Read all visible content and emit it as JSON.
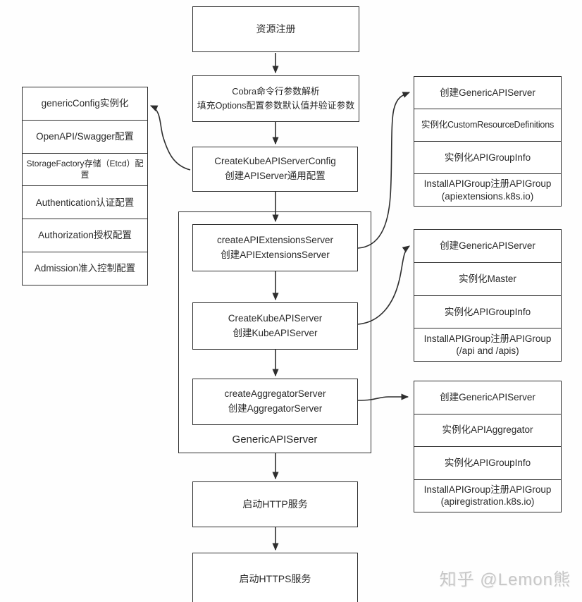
{
  "nodes": {
    "resource_registration": "资源注册",
    "cobra": "Cobra命令行参数解析\n填充Options配置参数默认值并验证参数",
    "create_kube_apiserver_config": "CreateKubeAPIServerConfig\n创建APIServer通用配置",
    "create_api_extensions_server": "createAPIExtensionsServer\n创建APIExtensionsServer",
    "create_kube_apiserver": "CreateKubeAPIServer\n创建KubeAPIServer",
    "create_aggregator_server": "createAggregatorServer\n创建AggregatorServer",
    "generic_apiserver_container": "GenericAPIServer",
    "start_http": "启动HTTP服务",
    "start_https": "启动HTTPS服务"
  },
  "generic_config_stack": [
    "genericConfig实例化",
    "OpenAPI/Swagger配置",
    "StorageFactory存储（Etcd）配置",
    "Authentication认证配置",
    "Authorization授权配置",
    "Admission准入控制配置"
  ],
  "api_extensions_stack": [
    "创建GenericAPIServer",
    "实例化CustomResourceDefinitions",
    "实例化APIGroupInfo",
    "InstallAPIGroup注册APIGroup\n(apiextensions.k8s.io)"
  ],
  "kube_master_stack": [
    "创建GenericAPIServer",
    "实例化Master",
    "实例化APIGroupInfo",
    "InstallAPIGroup注册APIGroup\n(/api and /apis)"
  ],
  "aggregator_stack": [
    "创建GenericAPIServer",
    "实例化APIAggregator",
    "实例化APIGroupInfo",
    "InstallAPIGroup注册APIGroup\n(apiregistration.k8s.io)"
  ],
  "watermark": "知乎 @Lemon熊",
  "colors": {
    "line": "#2e2e2e",
    "text": "#2a2a2a",
    "background": "#ffffff",
    "watermark_gray": "#c7c7c7"
  }
}
